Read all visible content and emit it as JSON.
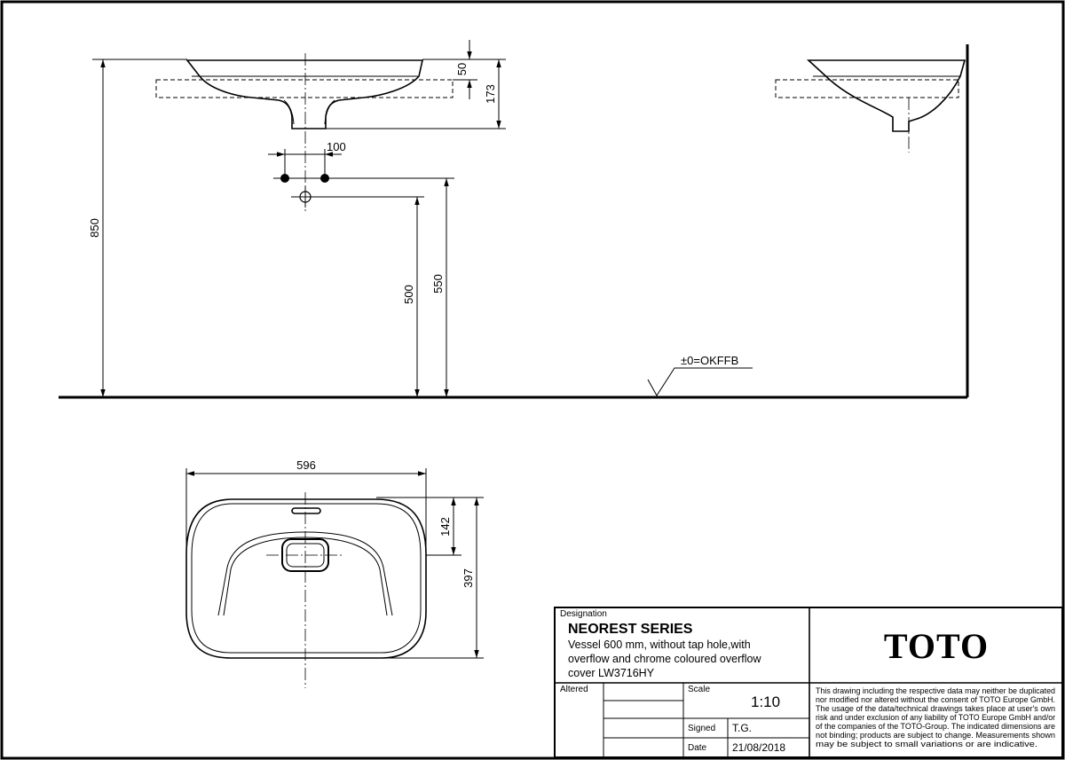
{
  "dimensions": {
    "rim_height": "50",
    "basin_depth": "173",
    "total_height": "850",
    "waste_spacing": "100",
    "trap_height": "500",
    "supply_height": "550",
    "width": "596",
    "overflow_offset": "142",
    "depth": "397"
  },
  "floor_reference": "±0=OKFFB",
  "title_block": {
    "designation_label": "Designation",
    "series": "NEOREST SERIES",
    "description_lines": [
      "Vessel 600 mm, without tap hole,with",
      "overflow and chrome coloured overflow",
      "cover LW3716HY"
    ],
    "altered_label": "Altered",
    "scale_label": "Scale",
    "scale_value": "1:10",
    "signed_label": "Signed",
    "signed_value": "T.G.",
    "date_label": "Date",
    "date_value": "21/08/2018",
    "brand": "TOTO",
    "disclaimer_lines": [
      "This drawing including the respective data may neither be duplicated",
      "nor modified nor altered without the consent of TOTO Europe GmbH.",
      "The usage of the data/technical drawings takes place at user's own",
      "risk and under exclusion of any liability of TOTO Europe GmbH and/or",
      "of the companies of the TOTO-Group. The indicated dimensions are",
      "not binding; products are subject to change. Measurements shown",
      "may be subject to small variations or are indicative."
    ]
  }
}
